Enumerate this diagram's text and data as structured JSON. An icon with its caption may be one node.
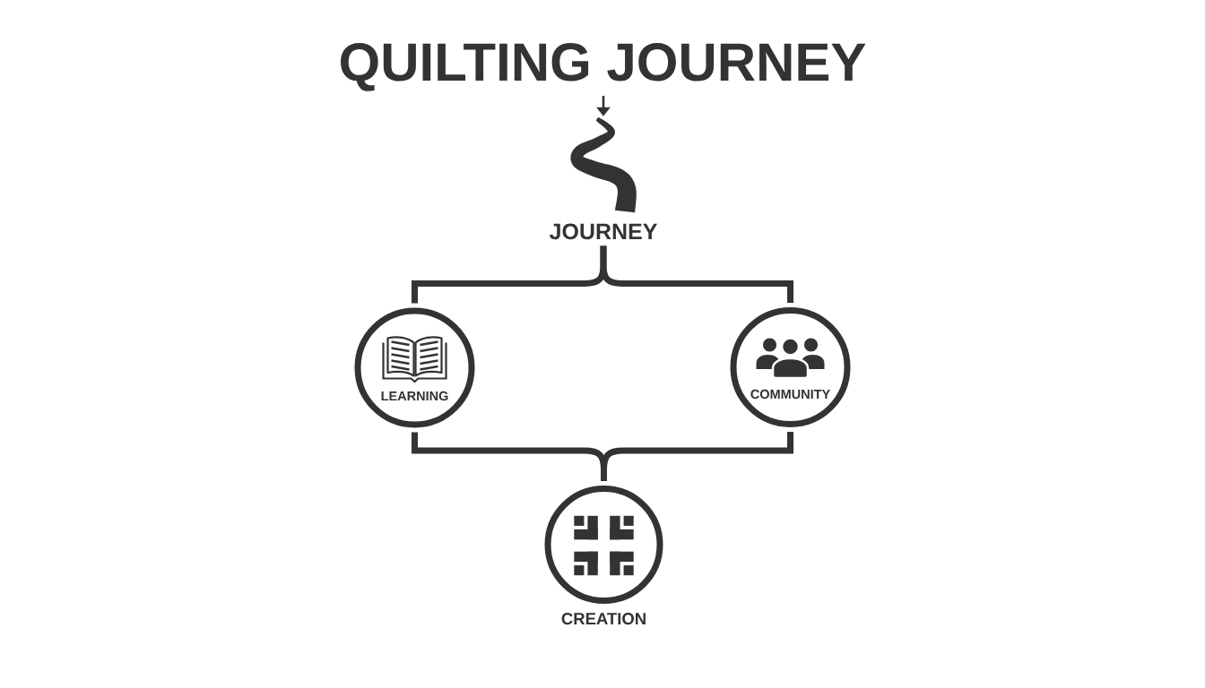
{
  "diagram": {
    "title": "QUILTING JOURNEY",
    "nodes": [
      {
        "text": [],
        "shape": "picture"
      },
      {
        "text": [
          "JOURNEY"
        ]
      },
      {
        "text": [
          "LEARNING"
        ]
      },
      {
        "text": [
          "COMMUNITY"
        ]
      },
      {
        "text": [
          "CREATION"
        ]
      }
    ],
    "edges": [
      {
        "from": null,
        "to": 0,
        "arrow": "to"
      },
      {
        "from": 1,
        "to": 2,
        "arrow": "none"
      },
      {
        "from": 1,
        "to": 3,
        "arrow": "none"
      },
      {
        "from": 2,
        "to": 4,
        "arrow": "none"
      },
      {
        "from": 3,
        "to": 4,
        "arrow": "none"
      }
    ]
  }
}
